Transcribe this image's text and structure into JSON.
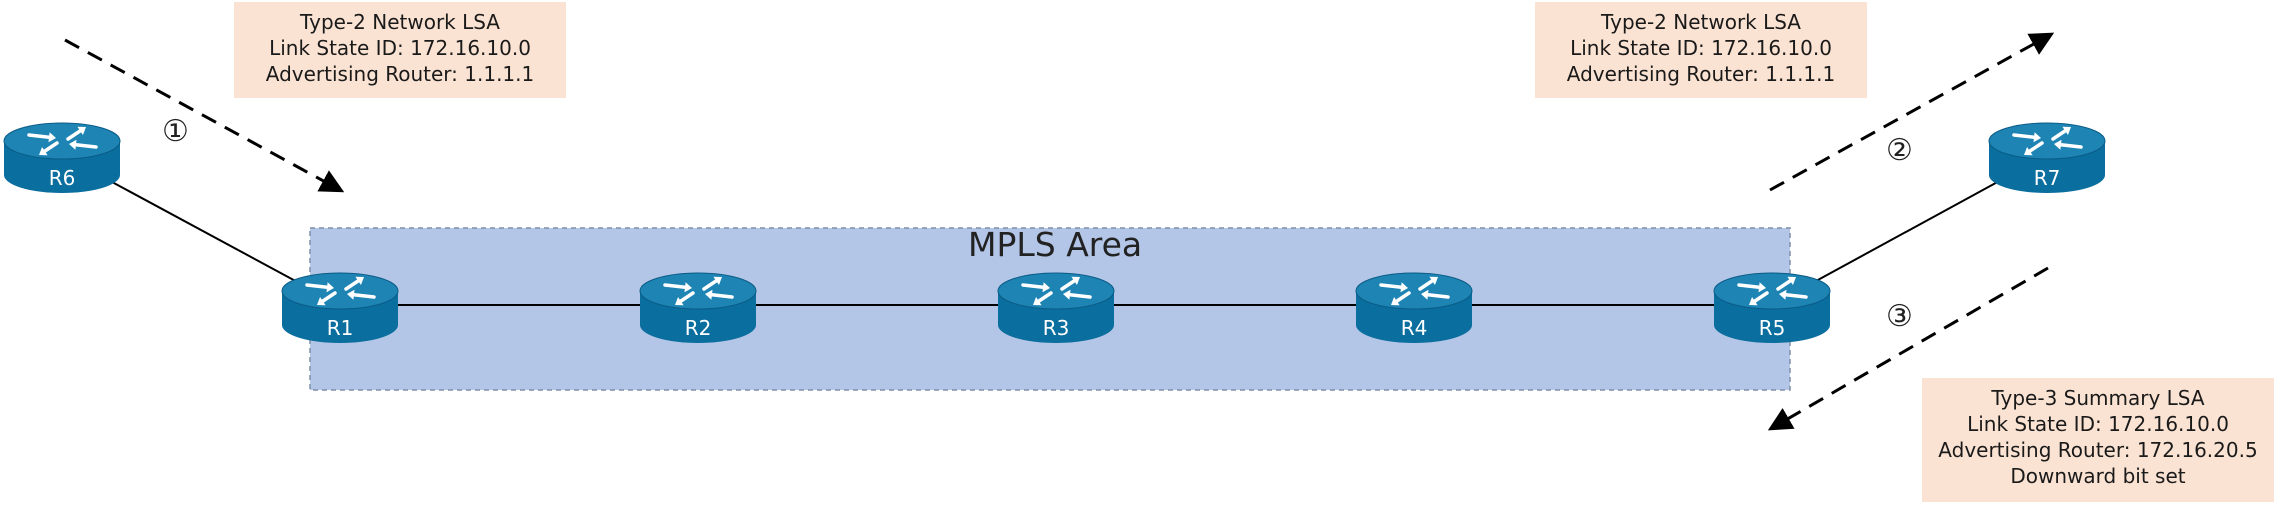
{
  "area": {
    "label": "MPLS Area",
    "fill": "#b4c6e7"
  },
  "colors": {
    "router_body": "#0a6e9e",
    "router_top": "#1e84b4",
    "router_icon": "#ffffff",
    "lsa_box": "#fbe3d3",
    "line": "#000000"
  },
  "routers": [
    {
      "id": "R6",
      "label": "R6",
      "icon": "router-icon"
    },
    {
      "id": "R1",
      "label": "R1",
      "icon": "router-icon"
    },
    {
      "id": "R2",
      "label": "R2",
      "icon": "router-icon"
    },
    {
      "id": "R3",
      "label": "R3",
      "icon": "router-icon"
    },
    {
      "id": "R4",
      "label": "R4",
      "icon": "router-icon"
    },
    {
      "id": "R5",
      "label": "R5",
      "icon": "router-icon"
    },
    {
      "id": "R7",
      "label": "R7",
      "icon": "router-icon"
    }
  ],
  "links": [
    [
      "R6",
      "R1"
    ],
    [
      "R1",
      "R2"
    ],
    [
      "R2",
      "R3"
    ],
    [
      "R3",
      "R4"
    ],
    [
      "R4",
      "R5"
    ],
    [
      "R5",
      "R7"
    ]
  ],
  "lsa_boxes": {
    "top_left": {
      "line1": "Type-2 Network LSA",
      "line2": "Link State ID: 172.16.10.0",
      "line3": "Advertising Router: 1.1.1.1"
    },
    "top_right": {
      "line1": "Type-2 Network LSA",
      "line2": "Link State ID: 172.16.10.0",
      "line3": "Advertising Router: 1.1.1.1"
    },
    "bottom_right": {
      "line1": "Type-3 Summary LSA",
      "line2": "Link State ID: 172.16.10.0",
      "line3": "Advertising Router: 172.16.20.5",
      "line4": "Downward bit set"
    }
  },
  "steps": {
    "step1": "①",
    "step2": "②",
    "step3": "③"
  }
}
